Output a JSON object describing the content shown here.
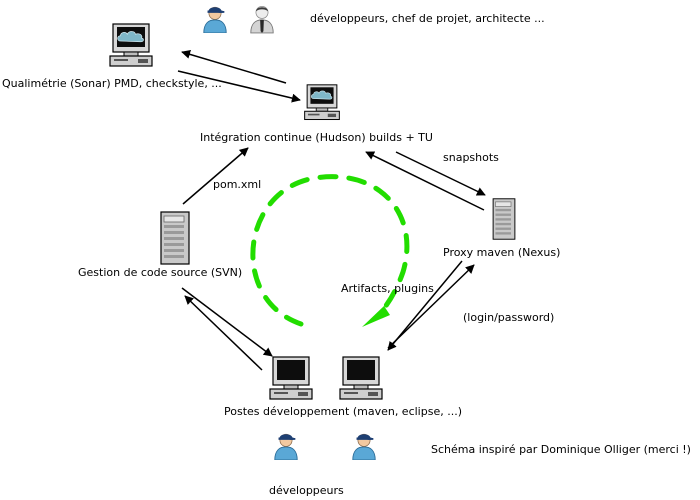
{
  "header": {
    "roles": "développeurs, chef de projet, architecte ..."
  },
  "nodes": {
    "quality": {
      "label": "Qualimétrie (Sonar) PMD, checkstyle, ..."
    },
    "ci": {
      "label": "Intégration continue (Hudson) builds + TU"
    },
    "scm": {
      "label": "Gestion de code source (SVN)"
    },
    "proxy": {
      "label": "Proxy maven (Nexus)"
    },
    "workstations": {
      "label": "Postes développement (maven, eclipse, ...)"
    }
  },
  "edges": {
    "pom": "pom.xml",
    "snapshots": "snapshots",
    "artifacts": "Artifacts, plugins",
    "login": "(login/password)"
  },
  "footer": {
    "credit": "Schéma inspiré par Dominique Olliger (merci !)",
    "developers": "développeurs"
  },
  "colors": {
    "cycle": "#22dd00",
    "screen": "#7fb7c8",
    "chassis": "#c9c9c9"
  },
  "icons": [
    "person-cap-icon",
    "person-tie-icon",
    "desktop-computer-icon",
    "server-tower-icon"
  ]
}
